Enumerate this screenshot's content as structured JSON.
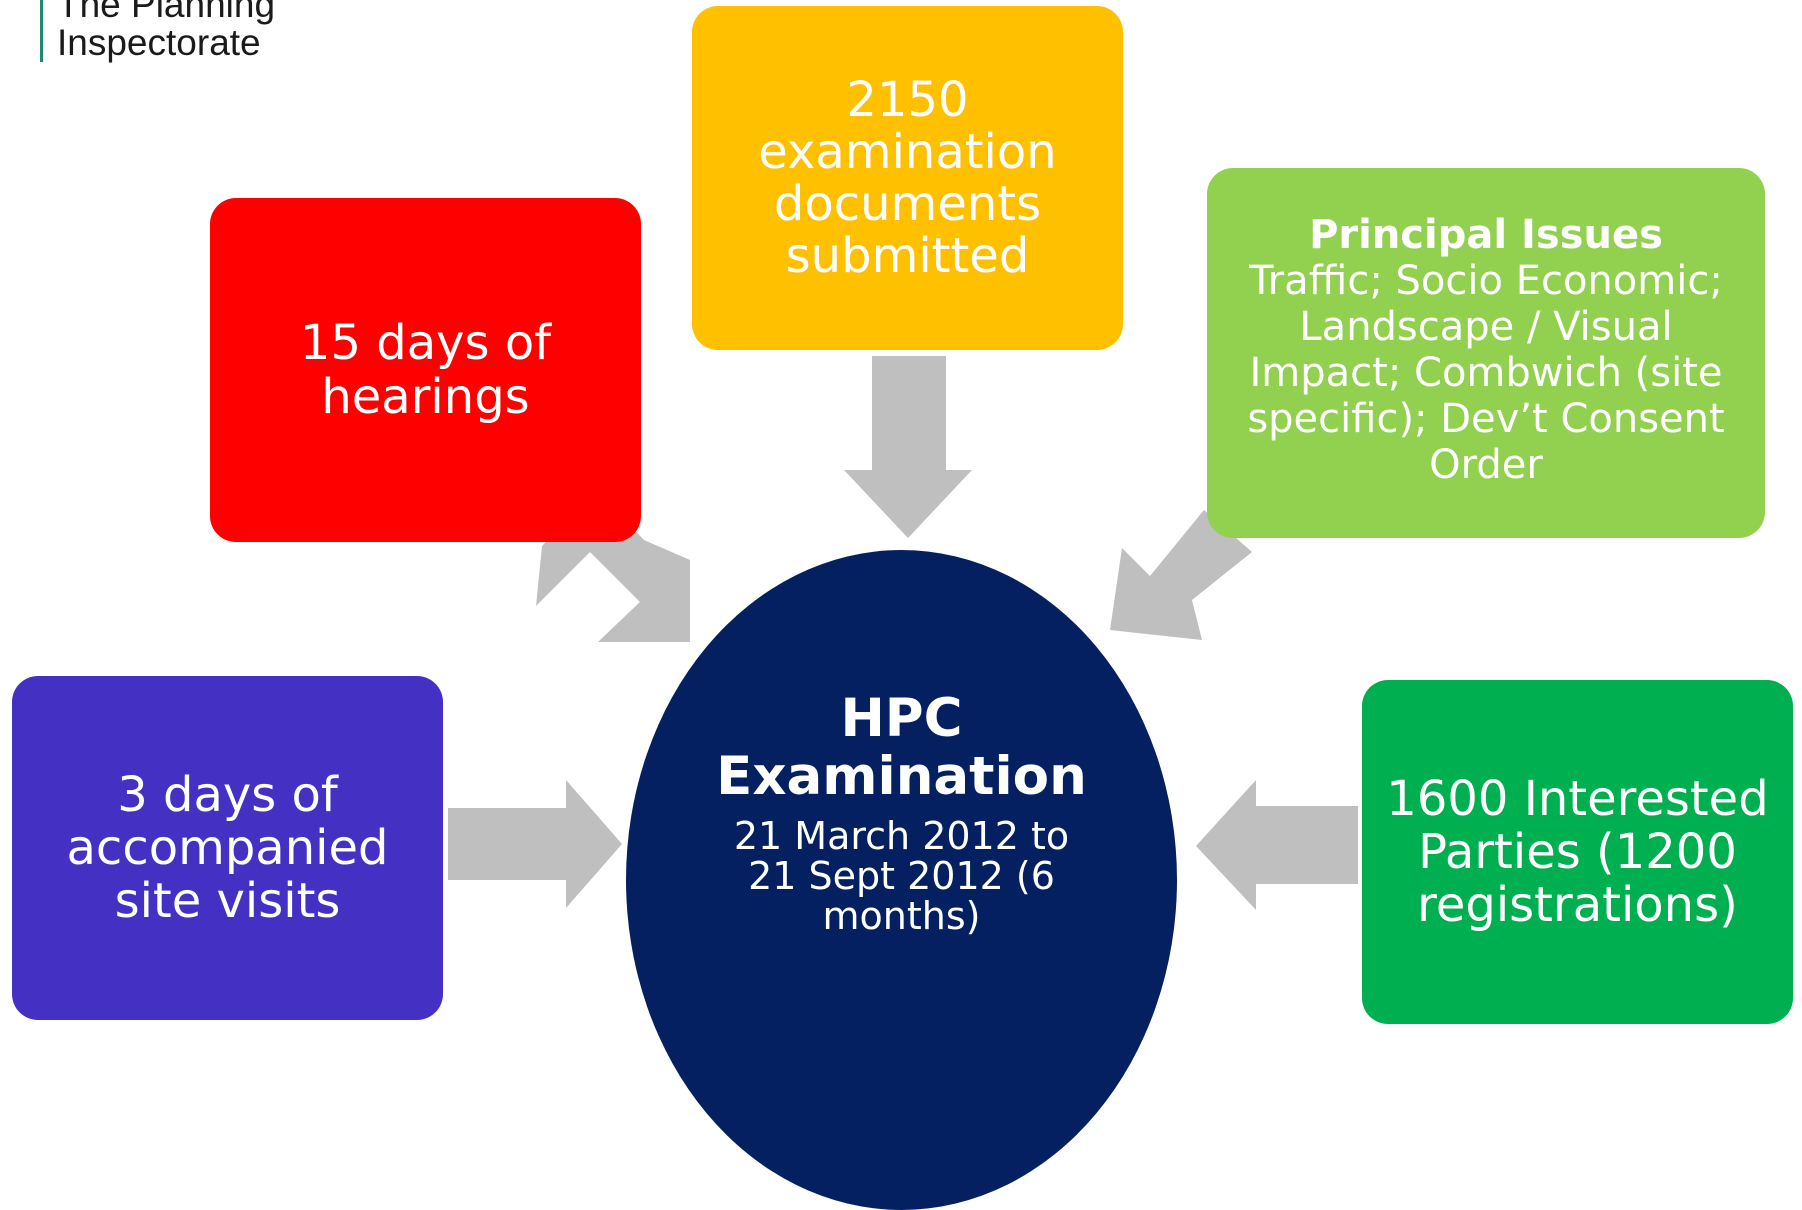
{
  "logo": {
    "line1": "The Planning",
    "line2": "Inspectorate"
  },
  "center": {
    "title_line1": "HPC",
    "title_line2": "Examination",
    "sub_line1": "21 March 2012 to",
    "sub_line2": "21 Sept 2012 (6",
    "sub_line3": "months)",
    "color": "#042060"
  },
  "boxes": {
    "hearings": {
      "lines": [
        "15 days of",
        "hearings"
      ],
      "color": "#ff0000"
    },
    "documents": {
      "lines": [
        "2150",
        "examination",
        "documents",
        "submitted"
      ],
      "color": "#ffc000"
    },
    "issues": {
      "title": "Principal Issues",
      "lines": [
        "Traffic; Socio Economic;",
        "Landscape / Visual",
        "Impact; Combwich (site",
        "specific); Dev’t Consent",
        "Order"
      ],
      "color": "#92d050"
    },
    "site_visits": {
      "lines": [
        "3 days of",
        "accompanied",
        "site visits"
      ],
      "color": "#4530c4"
    },
    "parties": {
      "lines": [
        "1600 Interested",
        "Parties (1200",
        "registrations)"
      ],
      "color": "#00b050"
    }
  },
  "arrow_color": "#bfbfbf",
  "logo_bar_color": "#1f8a70"
}
